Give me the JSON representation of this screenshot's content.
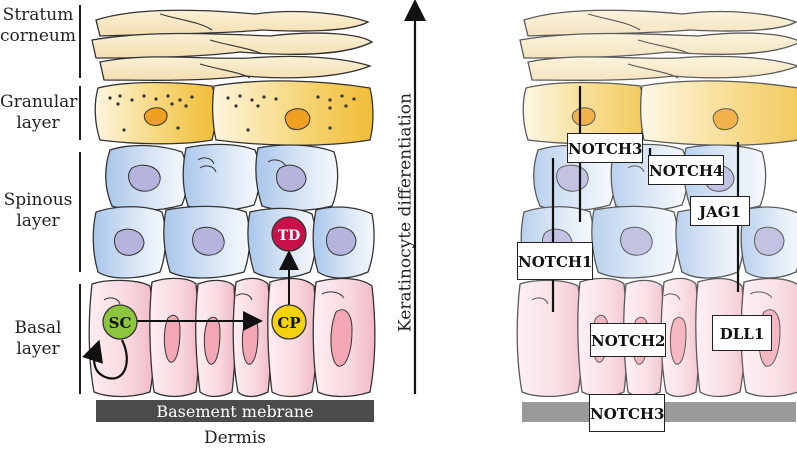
{
  "layers": {
    "stratum_corneum": "Stratum\ncorneum",
    "granular": "Granular\nlayer",
    "spinous": "Spinous\nlayer",
    "basal": "Basal\nlayer"
  },
  "axis_label": "Keratinocyte differentiation",
  "basement_membrane": "Basement mebrane",
  "dermis": "Dermis",
  "cells": {
    "sc": "SC",
    "cp": "CP",
    "td": "TD"
  },
  "genes": {
    "notch3_top": "NOTCH3",
    "notch4": "NOTCH4",
    "jag1": "JAG1",
    "notch1": "NOTCH1",
    "notch2": "NOTCH2",
    "dll1": "DLL1",
    "notch3_bottom": "NOTCH3"
  },
  "colors": {
    "corneum": "#f7e9c4",
    "granular": "#f3c84a",
    "spinous": "#c9dcf2",
    "basal": "#f6cdd6",
    "sc": "#8cc63f",
    "cp": "#f5d20f",
    "td": "#c8104a",
    "membrane_left": "#4b4b4b",
    "membrane_right": "#9a9a9a"
  }
}
